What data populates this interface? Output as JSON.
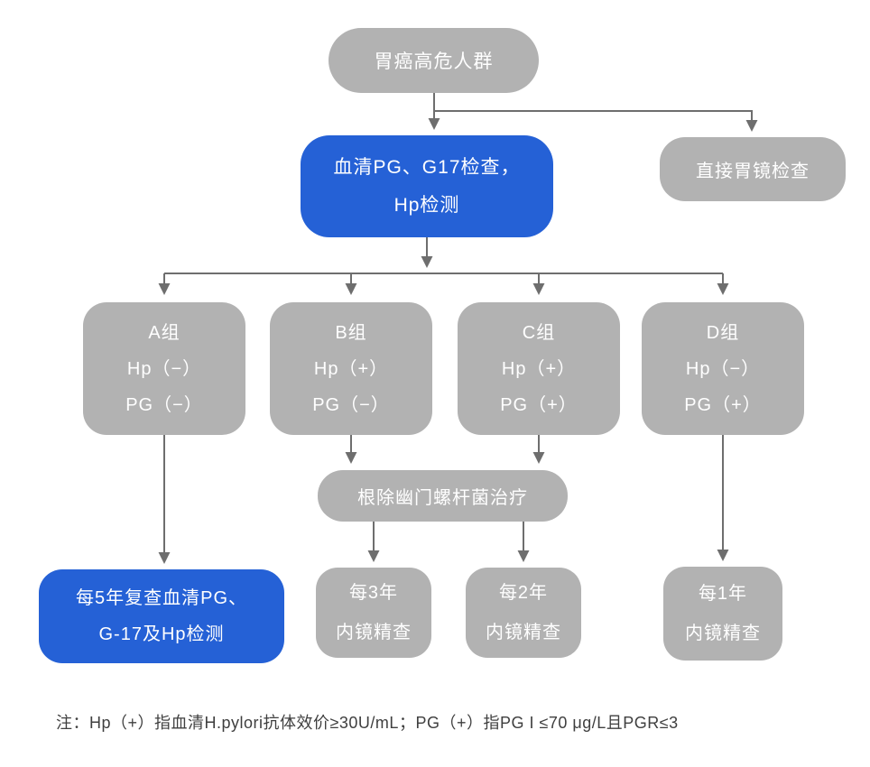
{
  "colors": {
    "node_blue": "#2561d6",
    "node_gray": "#b2b2b2",
    "arrow_color": "#6e6e6e",
    "node_text": "#ffffff",
    "note_color": "#3f3f3f"
  },
  "flowchart": {
    "root": {
      "label": "胃癌高危人群"
    },
    "serum_test": {
      "lines": [
        "血清PG、G17检查，",
        "Hp检测"
      ]
    },
    "direct_gastroscopy": {
      "label": "直接胃镜检查"
    },
    "groups": [
      {
        "name": "A组",
        "hp": "Hp（−）",
        "pg": "PG（−）"
      },
      {
        "name": "B组",
        "hp": "Hp（+）",
        "pg": "PG（−）"
      },
      {
        "name": "C组",
        "hp": "Hp（+）",
        "pg": "PG（+）"
      },
      {
        "name": "D组",
        "hp": "Hp（−）",
        "pg": "PG（+）"
      }
    ],
    "eradication": {
      "label": "根除幽门螺杆菌治疗"
    },
    "followups": {
      "group_a": {
        "lines": [
          "每5年复查血清PG、",
          "G-17及Hp检测"
        ]
      },
      "group_b": {
        "lines": [
          "每3年",
          "内镜精查"
        ]
      },
      "group_c": {
        "lines": [
          "每2年",
          "内镜精查"
        ]
      },
      "group_d": {
        "lines": [
          "每1年",
          "内镜精查"
        ]
      }
    },
    "note": "注：Hp（+）指血清H.pylori抗体效价≥30U/mL；PG（+）指PG I ≤70 μg/L且PGR≤3"
  }
}
